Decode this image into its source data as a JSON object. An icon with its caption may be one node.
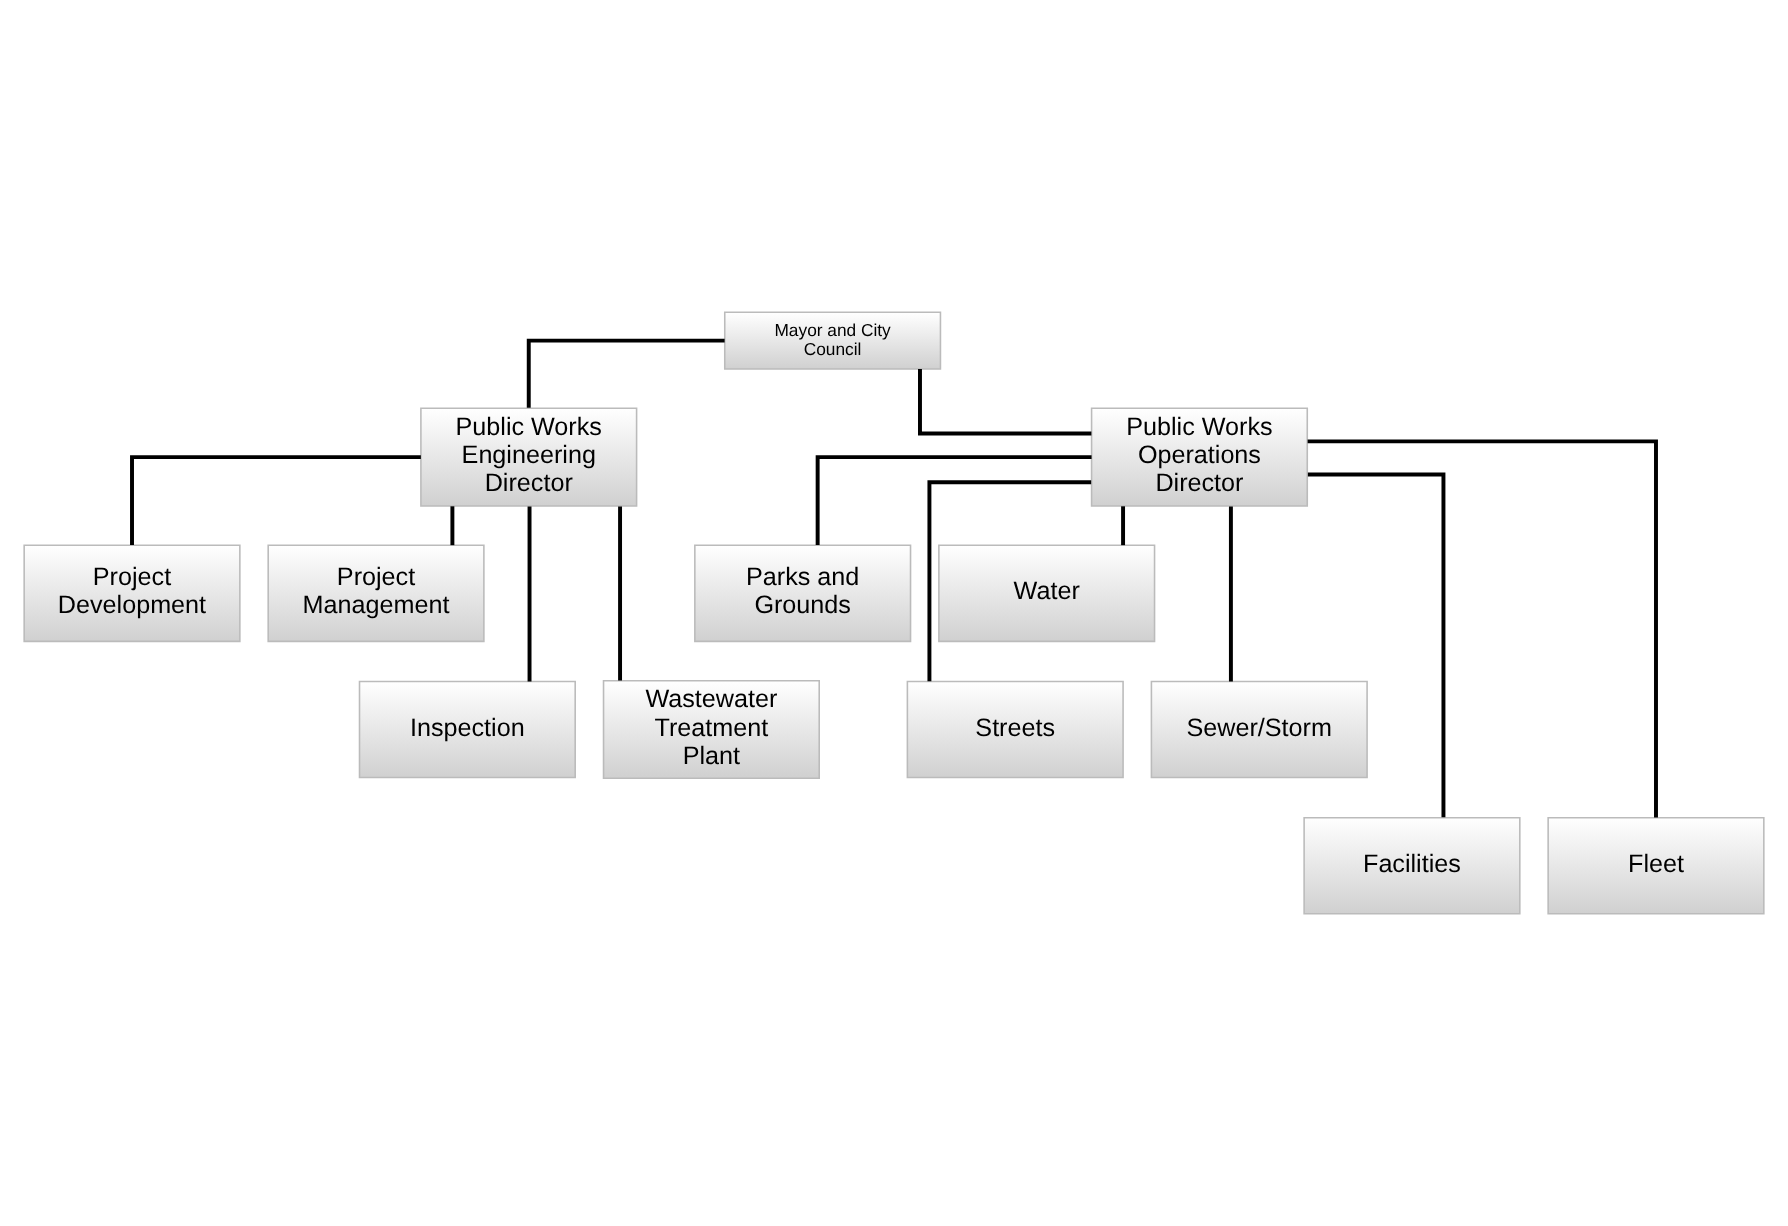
{
  "diagram": {
    "nodes": [
      {
        "text": [
          "Mayor and City Council"
        ]
      },
      {
        "text": [
          "Public Works Engineering Director"
        ]
      },
      {
        "text": [
          "Public Works Operations Director"
        ]
      },
      {
        "text": [
          "Project Development"
        ]
      },
      {
        "text": [
          "Project Management"
        ]
      },
      {
        "text": [
          "Inspection"
        ]
      },
      {
        "text": [
          "Wastewater Treatment Plant"
        ]
      },
      {
        "text": [
          "Parks and Grounds"
        ]
      },
      {
        "text": [
          "Water"
        ]
      },
      {
        "text": [
          "Streets"
        ]
      },
      {
        "text": [
          "Sewer/Storm"
        ]
      },
      {
        "text": [
          "Facilities"
        ]
      },
      {
        "text": [
          "Fleet"
        ]
      }
    ],
    "edges": [
      {
        "from": 0,
        "to": 1,
        "arrow": "none"
      },
      {
        "from": 0,
        "to": 2,
        "arrow": "none"
      },
      {
        "from": 1,
        "to": 3,
        "arrow": "none"
      },
      {
        "from": 1,
        "to": 4,
        "arrow": "none"
      },
      {
        "from": 1,
        "to": 5,
        "arrow": "none"
      },
      {
        "from": 1,
        "to": 6,
        "arrow": "none"
      },
      {
        "from": 2,
        "to": 7,
        "arrow": "none"
      },
      {
        "from": 2,
        "to": 8,
        "arrow": "none"
      },
      {
        "from": 2,
        "to": 9,
        "arrow": "none"
      },
      {
        "from": 2,
        "to": 10,
        "arrow": "none"
      },
      {
        "from": 2,
        "to": 11,
        "arrow": "none"
      },
      {
        "from": 2,
        "to": 12,
        "arrow": "none"
      }
    ]
  }
}
